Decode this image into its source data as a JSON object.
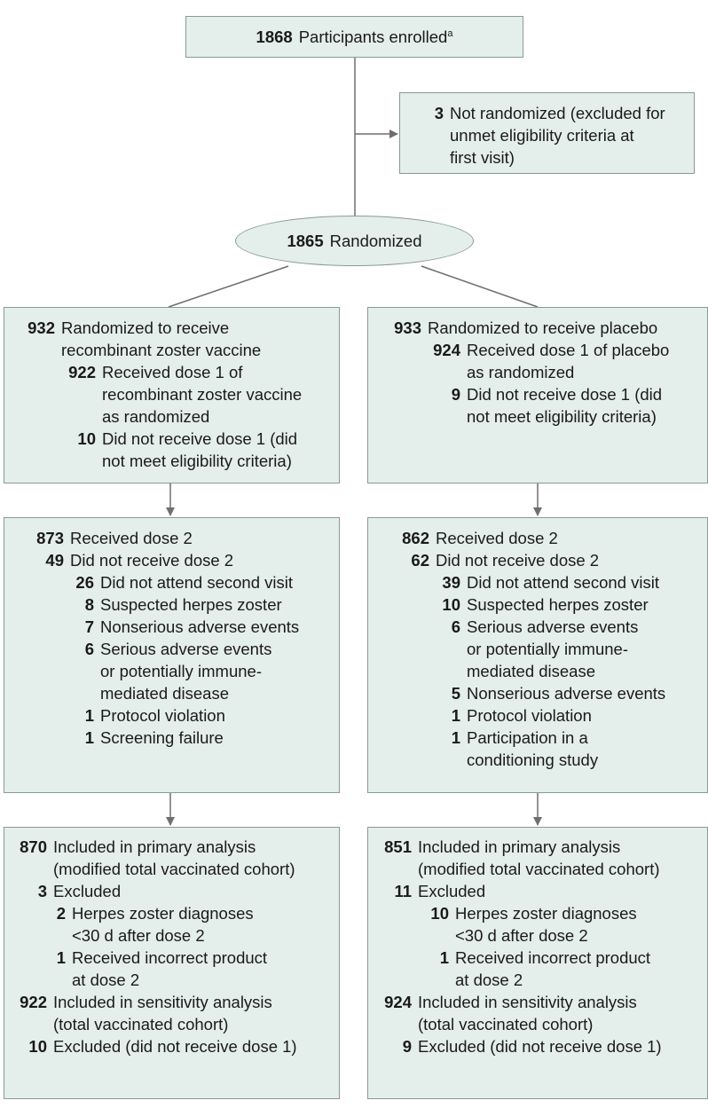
{
  "enrolled": {
    "n": "1868",
    "text": "Participants enrolled",
    "sup": "a"
  },
  "not_randomized": {
    "n": "3",
    "lines": [
      "Not randomized (excluded for",
      "unmet eligibility criteria at",
      "first visit)"
    ]
  },
  "randomized": {
    "n": "1865",
    "text": "Randomized"
  },
  "vaccine_alloc": [
    {
      "n": "932",
      "text": "Randomized to receive",
      "lvl": 0
    },
    {
      "n": "",
      "text": "recombinant zoster vaccine",
      "lvl": 0
    },
    {
      "n": "922",
      "text": "Received dose 1 of",
      "lvl": 1
    },
    {
      "n": "",
      "text": "recombinant zoster vaccine",
      "lvl": 1
    },
    {
      "n": "",
      "text": "as randomized",
      "lvl": 1
    },
    {
      "n": "10",
      "text": "Did not receive dose 1 (did",
      "lvl": 1
    },
    {
      "n": "",
      "text": "not meet eligibility criteria)",
      "lvl": 1
    }
  ],
  "placebo_alloc": [
    {
      "n": "933",
      "text": "Randomized to receive placebo",
      "lvl": 0
    },
    {
      "n": "924",
      "text": "Received dose 1 of placebo",
      "lvl": 1
    },
    {
      "n": "",
      "text": "as randomized",
      "lvl": 1
    },
    {
      "n": "9",
      "text": "Did not receive dose 1 (did",
      "lvl": 1
    },
    {
      "n": "",
      "text": "not meet eligibility criteria)",
      "lvl": 1
    }
  ],
  "vaccine_dose2": [
    {
      "n": "873",
      "text": "Received dose 2",
      "lvl": 0
    },
    {
      "n": "49",
      "text": "Did not receive dose 2",
      "lvl": 0
    },
    {
      "n": "26",
      "text": "Did not attend second visit",
      "lvl": 1
    },
    {
      "n": "8",
      "text": "Suspected herpes zoster",
      "lvl": 1
    },
    {
      "n": "7",
      "text": "Nonserious adverse events",
      "lvl": 1
    },
    {
      "n": "6",
      "text": "Serious adverse events",
      "lvl": 1
    },
    {
      "n": "",
      "text": "or potentially immune-",
      "lvl": 1
    },
    {
      "n": "",
      "text": "mediated disease",
      "lvl": 1
    },
    {
      "n": "1",
      "text": "Protocol violation",
      "lvl": 1
    },
    {
      "n": "1",
      "text": "Screening failure",
      "lvl": 1
    }
  ],
  "placebo_dose2": [
    {
      "n": "862",
      "text": "Received dose 2",
      "lvl": 0
    },
    {
      "n": "62",
      "text": "Did not receive dose 2",
      "lvl": 0
    },
    {
      "n": "39",
      "text": "Did not attend second visit",
      "lvl": 1
    },
    {
      "n": "10",
      "text": "Suspected herpes zoster",
      "lvl": 1
    },
    {
      "n": "6",
      "text": "Serious adverse events",
      "lvl": 1
    },
    {
      "n": "",
      "text": "or potentially immune-",
      "lvl": 1
    },
    {
      "n": "",
      "text": "mediated disease",
      "lvl": 1
    },
    {
      "n": "5",
      "text": "Nonserious adverse events",
      "lvl": 1
    },
    {
      "n": "1",
      "text": "Protocol violation",
      "lvl": 1
    },
    {
      "n": "1",
      "text": "Participation in a",
      "lvl": 1
    },
    {
      "n": "",
      "text": "conditioning study",
      "lvl": 1
    }
  ],
  "vaccine_analysis": [
    {
      "n": "870",
      "text": "Included in primary analysis",
      "lvl": 0
    },
    {
      "n": "",
      "text": "(modified total vaccinated cohort)",
      "lvl": 0
    },
    {
      "n": "3",
      "text": "Excluded",
      "lvl": 0
    },
    {
      "n": "2",
      "text": "Herpes zoster diagnoses",
      "lvl": 1
    },
    {
      "n": "",
      "text": "<30 d after dose 2",
      "lvl": 1
    },
    {
      "n": "1",
      "text": "Received incorrect product",
      "lvl": 1
    },
    {
      "n": "",
      "text": "at dose 2",
      "lvl": 1
    },
    {
      "n": "",
      "text": "",
      "lvl": 0
    },
    {
      "n": "922",
      "text": "Included in sensitivity analysis",
      "lvl": 0
    },
    {
      "n": "",
      "text": "(total vaccinated cohort)",
      "lvl": 0
    },
    {
      "n": "10",
      "text": "Excluded (did not receive dose 1)",
      "lvl": 0
    }
  ],
  "placebo_analysis": [
    {
      "n": "851",
      "text": "Included in primary analysis",
      "lvl": 0
    },
    {
      "n": "",
      "text": "(modified total vaccinated cohort)",
      "lvl": 0
    },
    {
      "n": "11",
      "text": "Excluded",
      "lvl": 0
    },
    {
      "n": "10",
      "text": "Herpes zoster diagnoses",
      "lvl": 1
    },
    {
      "n": "",
      "text": "<30 d after dose 2",
      "lvl": 1
    },
    {
      "n": "1",
      "text": "Received incorrect product",
      "lvl": 1
    },
    {
      "n": "",
      "text": "at dose 2",
      "lvl": 1
    },
    {
      "n": "",
      "text": "",
      "lvl": 0
    },
    {
      "n": "924",
      "text": "Included in sensitivity analysis",
      "lvl": 0
    },
    {
      "n": "",
      "text": "(total vaccinated cohort)",
      "lvl": 0
    },
    {
      "n": "9",
      "text": "Excluded (did not receive dose 1)",
      "lvl": 0
    }
  ],
  "colors": {
    "box_fill": "#e4eeea",
    "box_border": "#8a9a95",
    "connector": "#6f6f6f"
  }
}
